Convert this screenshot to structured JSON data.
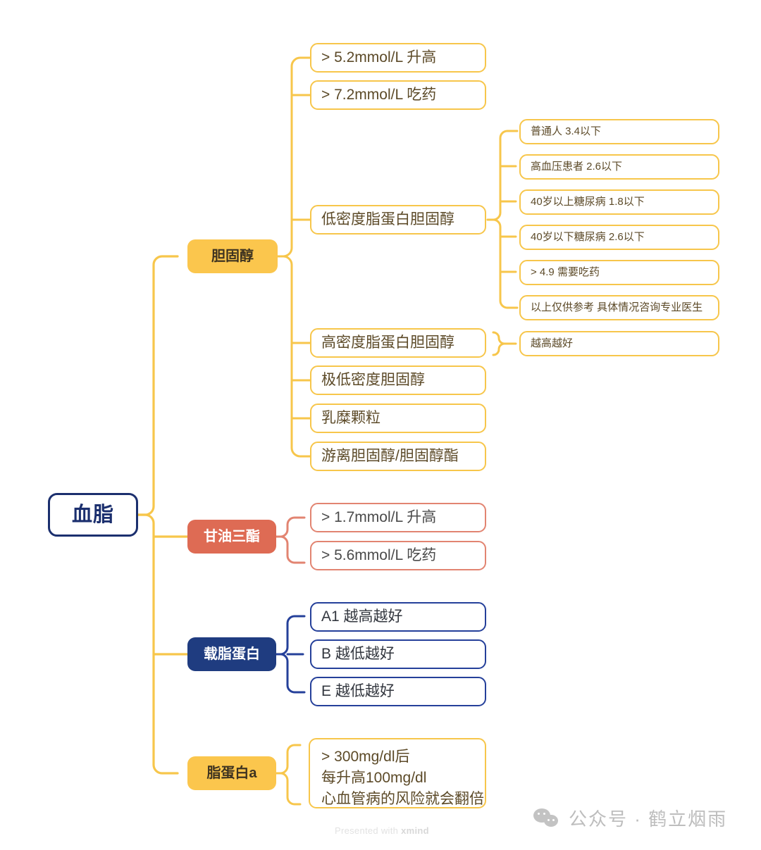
{
  "root": {
    "label": "血脂"
  },
  "colors": {
    "gold_fill": "#FBC64D",
    "gold_line": "#F7C64B",
    "coral_fill": "#DE6B54",
    "coral_line": "#E28471",
    "navy_fill": "#1F3C80",
    "navy_line": "#25409A",
    "root_border": "#1b2f6e",
    "leaf_text": "#5c4a28",
    "watermark": "#bdbdbd"
  },
  "branches": [
    {
      "id": "cholesterol",
      "label": "胆固醇",
      "style": "gold",
      "children": [
        {
          "label": "> 5.2mmol/L 升高"
        },
        {
          "label": "> 7.2mmol/L 吃药"
        },
        {
          "label": "低密度脂蛋白胆固醇",
          "children": [
            {
              "label": "普通人 3.4以下"
            },
            {
              "label": "高血压患者 2.6以下"
            },
            {
              "label": "40岁以上糖尿病 1.8以下"
            },
            {
              "label": "40岁以下糖尿病 2.6以下"
            },
            {
              "label": "> 4.9 需要吃药"
            },
            {
              "label": "以上仅供参考 具体情况咨询专业医生"
            }
          ]
        },
        {
          "label": "高密度脂蛋白胆固醇",
          "children": [
            {
              "label": "越高越好"
            }
          ]
        },
        {
          "label": "极低密度胆固醇"
        },
        {
          "label": "乳糜颗粒"
        },
        {
          "label": "游离胆固醇/胆固醇酯"
        }
      ]
    },
    {
      "id": "triglyceride",
      "label": "甘油三酯",
      "style": "coral",
      "children": [
        {
          "label": "> 1.7mmol/L 升高"
        },
        {
          "label": "> 5.6mmol/L 吃药"
        }
      ]
    },
    {
      "id": "apolipoprotein",
      "label": "载脂蛋白",
      "style": "navy",
      "children": [
        {
          "label": "A1 越高越好"
        },
        {
          "label": "B 越低越好"
        },
        {
          "label": "E 越低越好"
        }
      ]
    },
    {
      "id": "lipoprotein-a",
      "label": "脂蛋白a",
      "style": "gold",
      "children": [
        {
          "label": "> 300mg/dl后\n每升高100mg/dl\n心血管病的风险就会翻倍"
        }
      ]
    }
  ],
  "watermarks": {
    "xmind_prefix": "Presented with ",
    "xmind_brand": "xmind",
    "wechat_text": "公众号 · 鹤立烟雨"
  }
}
